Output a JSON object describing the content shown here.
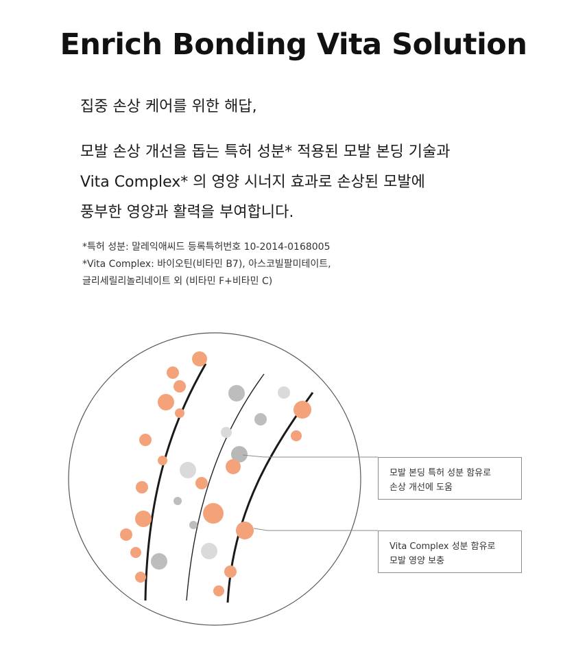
{
  "title": "Enrich Bonding Vita Solution",
  "intro": "집중 손상 케어를 위한 해답,",
  "body_lines": [
    "모발 손상 개선을 돕는 특허 성분* 적용된 모발 본딩 기술과",
    "Vita Complex* 의 영양 시너지 효과로 손상된 모발에",
    "풍부한 영양과 활력을 부여합니다."
  ],
  "notes": [
    "*특허 성분: 말레익애씨드 등록특허번호 10-2014-0168005",
    "*Vita Complex: 바이오틴(비타민 B7), 아스코빌팔미테이트,",
    "글리세릴리놀리네이트 외 (비타민 F+비타민 C)"
  ],
  "callouts": {
    "bonding": [
      "모발 본딩 특허 성분 함유로",
      "손상 개선에 도움"
    ],
    "vita": [
      "Vita Complex 성분 함유로",
      "모발 영양 보충"
    ]
  },
  "colors": {
    "orange": "#f4a27a",
    "gray": "#b4b4b4",
    "light_gray": "#d6d6d6",
    "circle_stroke": "#555555",
    "hair_stroke": "#1a1a1a"
  }
}
